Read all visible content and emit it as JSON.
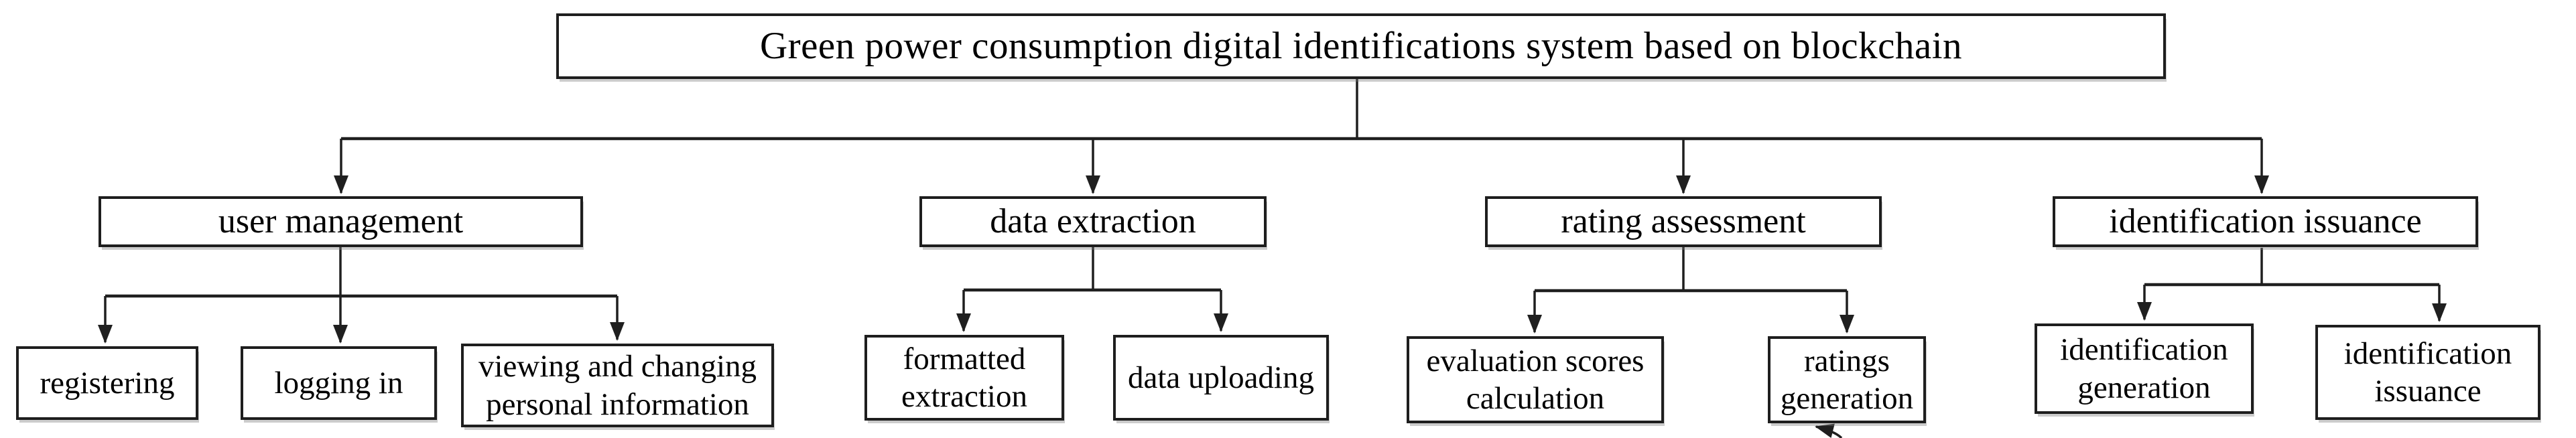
{
  "diagram": {
    "type": "hierarchy-flowchart",
    "root": {
      "label": "Green power consumption digital identifications system based on blockchain"
    },
    "branches": [
      {
        "label": "user management",
        "children": [
          {
            "label": "registering"
          },
          {
            "label": "logging in"
          },
          {
            "label": "viewing and changing personal information"
          }
        ]
      },
      {
        "label": "data extraction",
        "children": [
          {
            "label": "formatted extraction"
          },
          {
            "label": "data uploading"
          }
        ]
      },
      {
        "label": "rating assessment",
        "children": [
          {
            "label": "evaluation scores calculation"
          },
          {
            "label": "ratings generation"
          }
        ]
      },
      {
        "label": "identification issuance",
        "children": [
          {
            "label": "identification generation"
          },
          {
            "label": "identification issuance"
          }
        ]
      }
    ],
    "colors": {
      "line": "#1f1f1f",
      "box_border": "#1e1e1e",
      "box_fill": "#ffffff",
      "text": "#000000",
      "background": "#ffffff"
    }
  }
}
